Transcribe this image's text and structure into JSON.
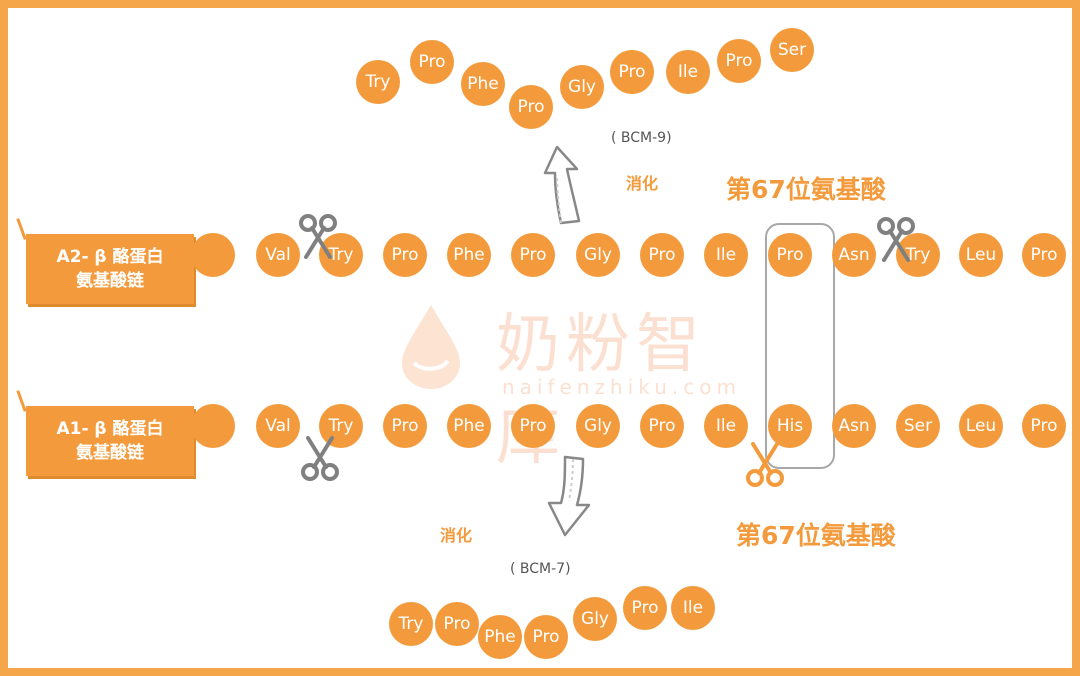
{
  "colors": {
    "accent": "#F39B3C",
    "frame": "#F6A64A",
    "scissors": "#808080",
    "highlight": "#A8A8A8"
  },
  "icons": [
    "scissors-icon",
    "curved-arrow-up-icon",
    "curved-arrow-down-icon",
    "watermark-drop-icon"
  ],
  "top_fragment": {
    "label": "( BCM-9)",
    "digest_label": "消化",
    "beads": [
      "Try",
      "Pro",
      "Phe",
      "Pro",
      "Gly",
      "Pro",
      "Ile",
      "Pro",
      "Ser"
    ]
  },
  "a2_chain": {
    "label_line1": "A2- β 酪蛋白",
    "label_line2": "氨基酸链",
    "beads": [
      "",
      "Val",
      "Try",
      "Pro",
      "Phe",
      "Pro",
      "Gly",
      "Pro",
      "Ile",
      "Pro",
      "Asn",
      "Try",
      "Leu",
      "Pro"
    ]
  },
  "a1_chain": {
    "label_line1": "A1- β 酪蛋白",
    "label_line2": "氨基酸链",
    "beads": [
      "",
      "Val",
      "Try",
      "Pro",
      "Phe",
      "Pro",
      "Gly",
      "Pro",
      "Ile",
      "His",
      "Asn",
      "Ser",
      "Leu",
      "Pro"
    ]
  },
  "position_label_top": "第67位氨基酸",
  "position_label_bottom": "第67位氨基酸",
  "bottom_fragment": {
    "label": "( BCM-7)",
    "digest_label": "消化",
    "beads": [
      "Try",
      "Pro",
      "Phe",
      "Pro",
      "Gly",
      "Pro",
      "Ile"
    ]
  },
  "watermark": {
    "cn": "奶粉智库",
    "en": "naifenzhiku.com"
  }
}
